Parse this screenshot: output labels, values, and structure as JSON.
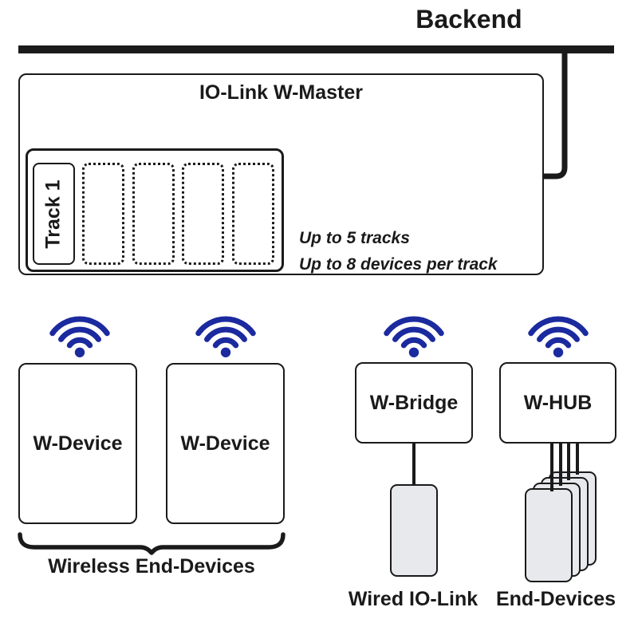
{
  "header": {
    "title": "Backend"
  },
  "master": {
    "title": "IO-Link W-Master",
    "track": {
      "label": "Track 1",
      "empty_slots": 4
    },
    "notes": {
      "line1": "Up to 5 tracks",
      "line2": "Up to 8 devices per track"
    }
  },
  "wireless_devices": {
    "device1": {
      "label": "W-Device"
    },
    "device2": {
      "label": "W-Device"
    },
    "group_label": "Wireless End-Devices"
  },
  "bridge": {
    "label": "W-Bridge",
    "attached_label": "Wired IO-Link"
  },
  "hub": {
    "label": "W-HUB",
    "attached_label": "End-Devices",
    "end_device_count": 4
  },
  "icons": {
    "wireless": "wifi-icon",
    "group": "underbrace",
    "link": "bus-connector"
  },
  "colors": {
    "wifi_blue": "#1b2a9e",
    "stroke": "#1a1a1a",
    "device_fill": "#e7e9ec"
  }
}
